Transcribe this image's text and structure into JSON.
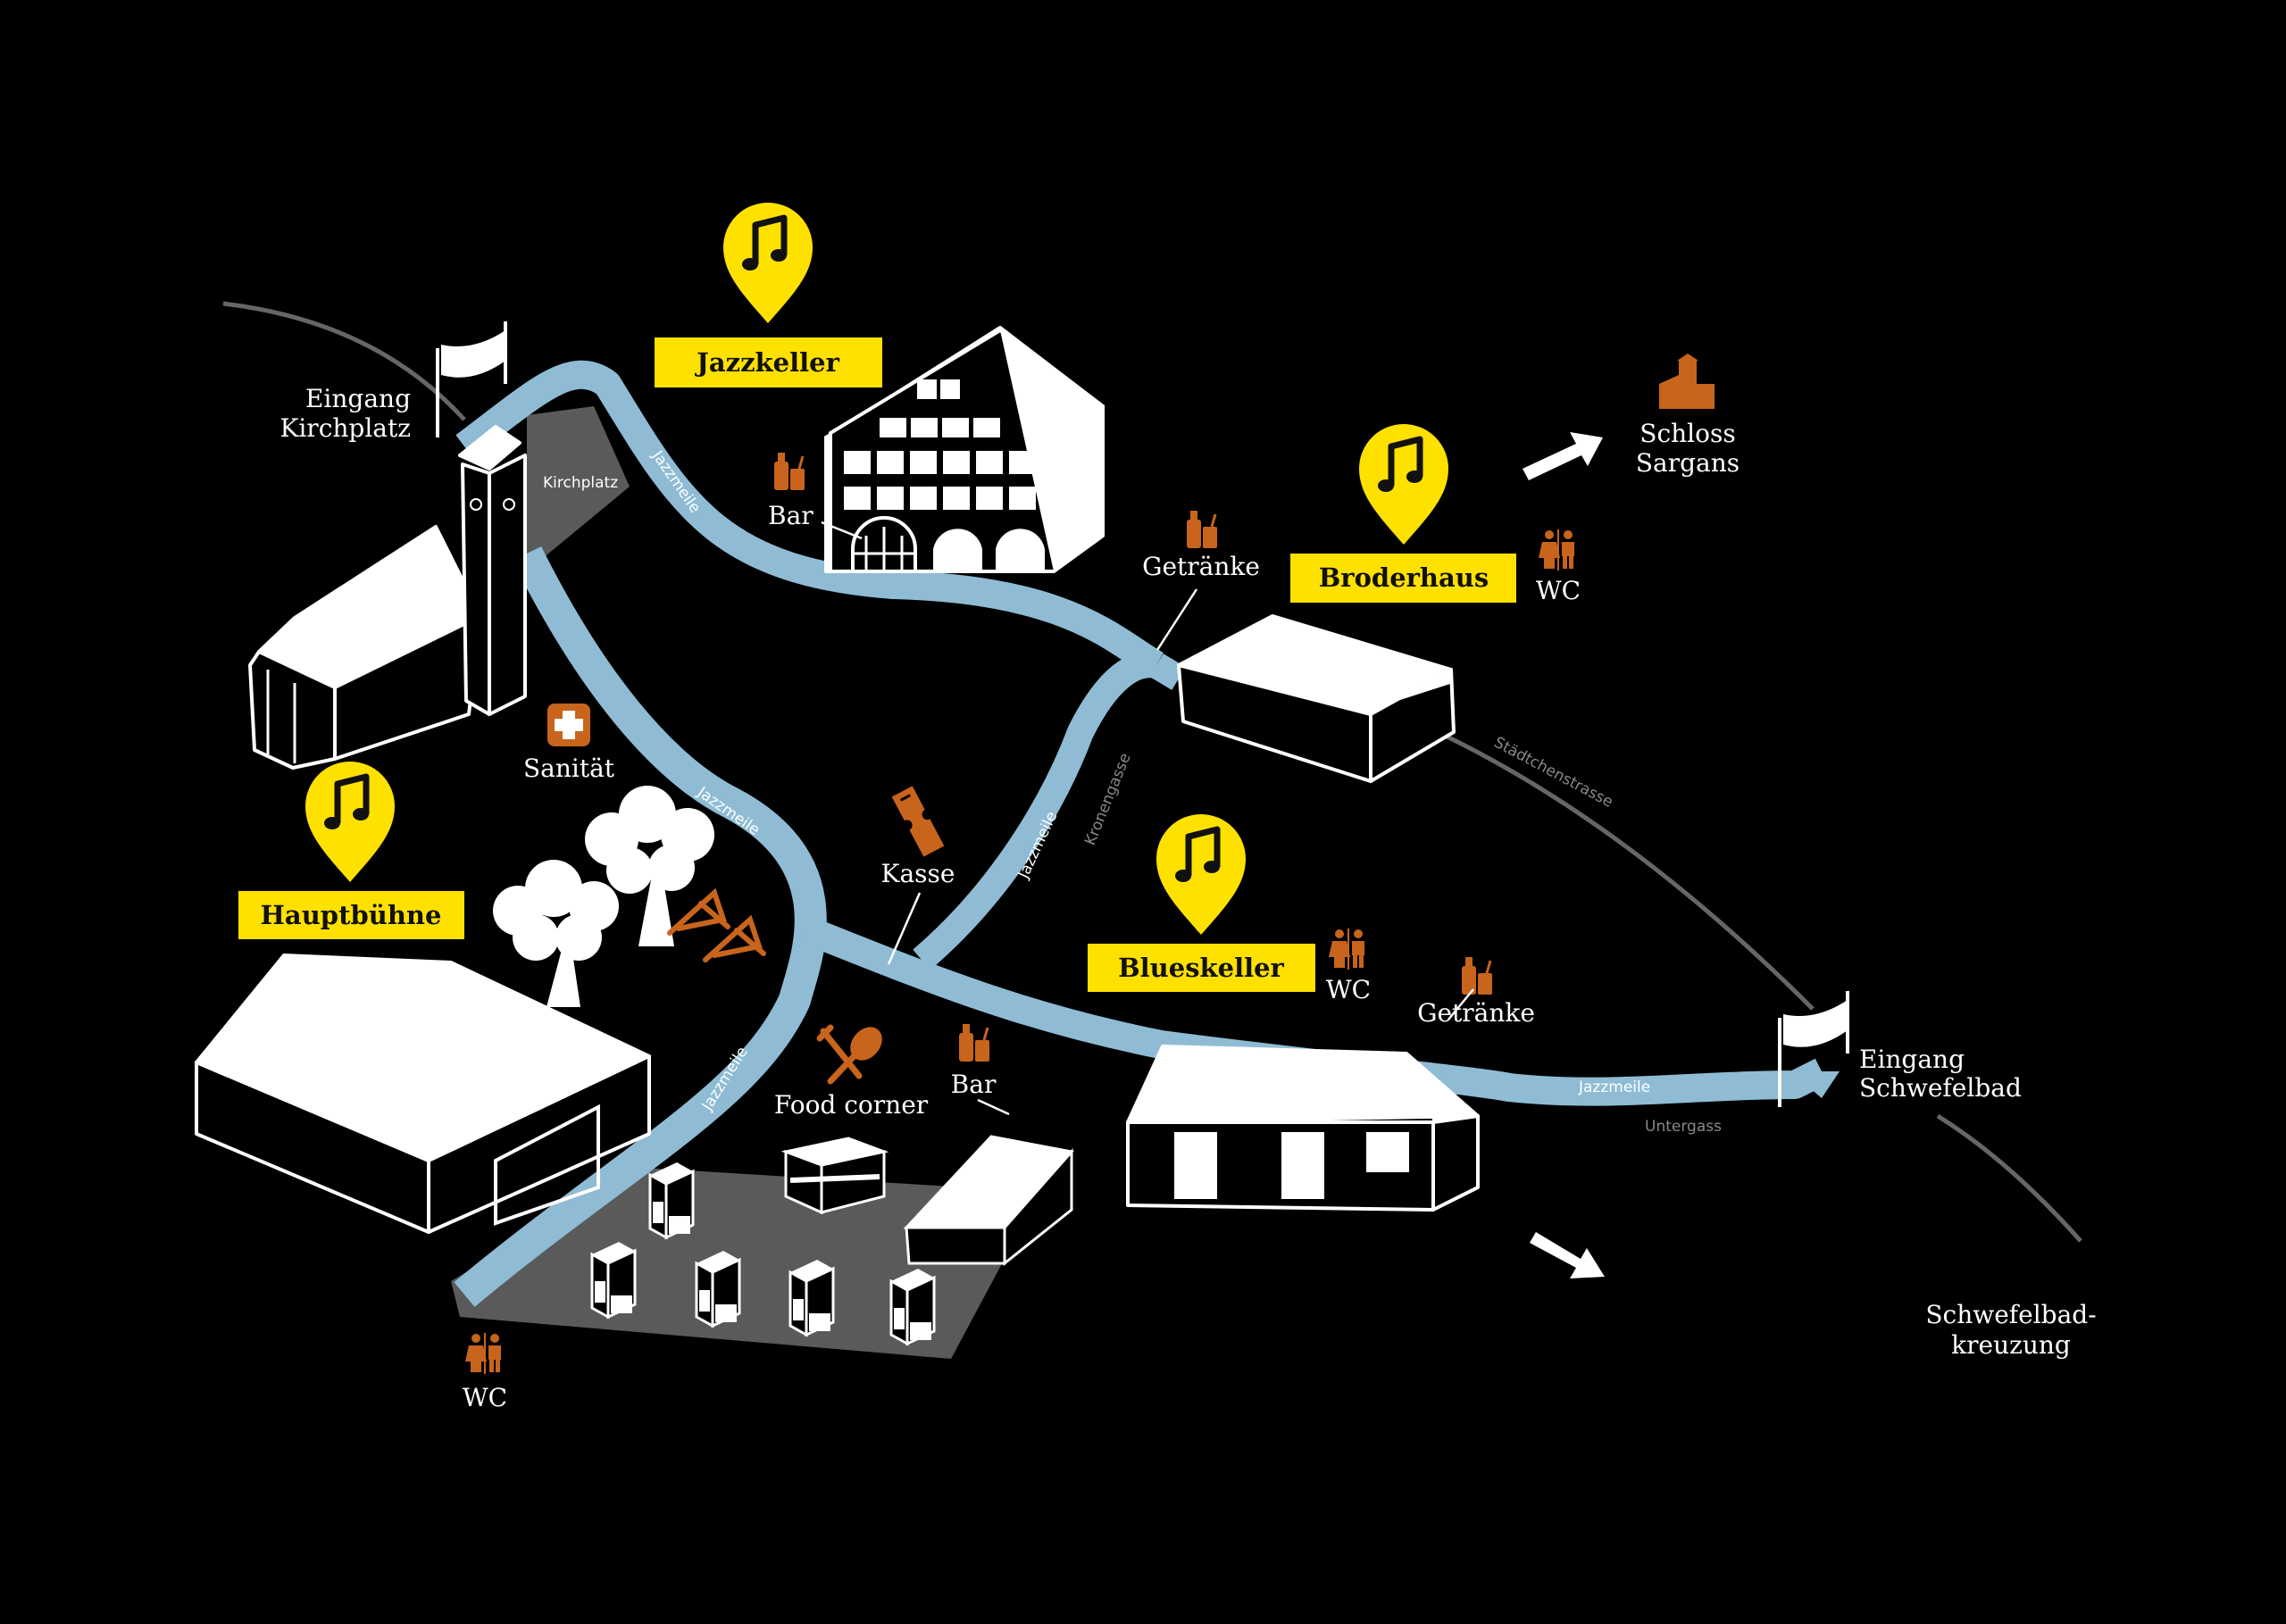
{
  "venues": {
    "jazzkeller": "Jazzkeller",
    "broderhaus": "Broderhaus",
    "hauptbuehne": "Hauptbühne",
    "blueskeller": "Blueskeller"
  },
  "labels": {
    "eingang_kirchplatz_1": "Eingang",
    "eingang_kirchplatz_2": "Kirchplatz",
    "kirchplatz": "Kirchplatz",
    "bar_top": "Bar",
    "getraenke_top": "Getränke",
    "wc_broderhaus": "WC",
    "schloss_1": "Schloss",
    "schloss_2": "Sargans",
    "sanitaet": "Sanität",
    "kasse": "Kasse",
    "wc_blueskeller": "WC",
    "getraenke_bottom": "Getränke",
    "food_corner": "Food corner",
    "bar_bottom": "Bar",
    "eingang_schwefelbad_1": "Eingang",
    "eingang_schwefelbad_2": "Schwefelbad",
    "schwefelbad_kreuzung_1": "Schwefelbad-",
    "schwefelbad_kreuzung_2": "kreuzung",
    "wc_bottom": "WC"
  },
  "streets": {
    "jazzmeile_1": "Jazzmeile",
    "jazzmeile_2": "Jazzmeile",
    "jazzmeile_3": "Jazzmeile",
    "jazzmeile_4": "Jazzmeile",
    "jazzmeile_5": "Jazzmeile",
    "kronengasse": "Kronengasse",
    "staedtchenstrasse": "Städtchenstrasse",
    "untergass": "Untergass"
  },
  "colors": {
    "background": "#000000",
    "route": "#8fbcd4",
    "venue": "#ffe100",
    "amenity": "#c8641c",
    "plaza": "#5a5a5a"
  },
  "icons": [
    "music-pin-icon",
    "drinks-icon",
    "toilet-icon",
    "first-aid-icon",
    "ticket-icon",
    "food-icon",
    "deckchair-icon",
    "castle-icon",
    "flag-icon",
    "arrow-icon"
  ]
}
